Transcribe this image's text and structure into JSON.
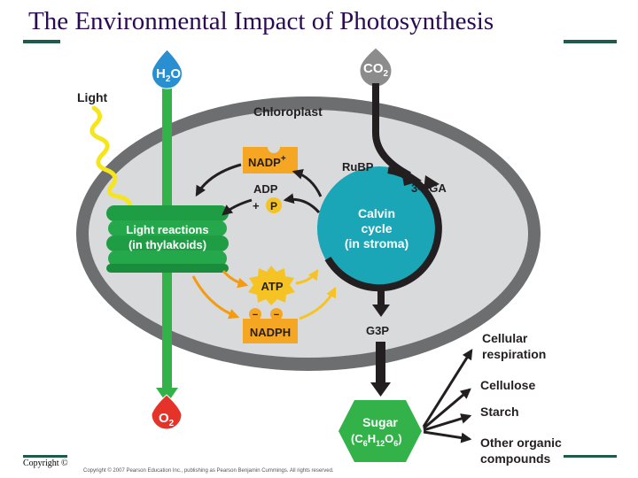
{
  "slide": {
    "title": "The Environmental Impact of Photosynthesis",
    "copyright": "Copyright ©",
    "credit": "Copyright © 2007 Pearson Education Inc., publishing as Pearson Benjamin Cummings. All rights reserved."
  },
  "diagram": {
    "h2o": {
      "main": "H",
      "sub": "2",
      "tail": "O"
    },
    "co2": {
      "main": "CO",
      "sub": "2"
    },
    "o2": {
      "main": "O",
      "sub": "2"
    },
    "light": "Light",
    "chloroplast": "Chloroplast",
    "light_reactions": {
      "line1": "Light reactions",
      "line2": "(in thylakoids)"
    },
    "nadp": {
      "main": "NADP",
      "sup": "+"
    },
    "adp": "ADP",
    "plus": "+",
    "p": "P",
    "atp": "ATP",
    "nadph": "NADPH",
    "minus": "−",
    "rubp": "RuBP",
    "pga": "3-PGA",
    "calvin": {
      "line1": "Calvin",
      "line2": "cycle",
      "line3": "(in stroma)"
    },
    "g3p": "G3P",
    "sugar": {
      "line1": "Sugar",
      "open": "(C",
      "s6a": "6",
      "h": "H",
      "s12": "12",
      "o": "O",
      "s6b": "6",
      "close": ")"
    },
    "outputs": {
      "cellular": "Cellular",
      "respiration": "respiration",
      "cellulose": "Cellulose",
      "starch": "Starch",
      "other": "Other organic",
      "compounds": "compounds"
    },
    "colors": {
      "title": "#2a0b52",
      "rule": "#1f5b4c",
      "green_flow": "#33b24a",
      "water_blue": "#2a8fd0",
      "co2_gray": "#8c8c8c",
      "o2_red": "#e6332a",
      "calvin_teal": "#1aa6b7",
      "nadp_orange": "#f5a623",
      "atp_yellow": "#f6c324"
    }
  }
}
